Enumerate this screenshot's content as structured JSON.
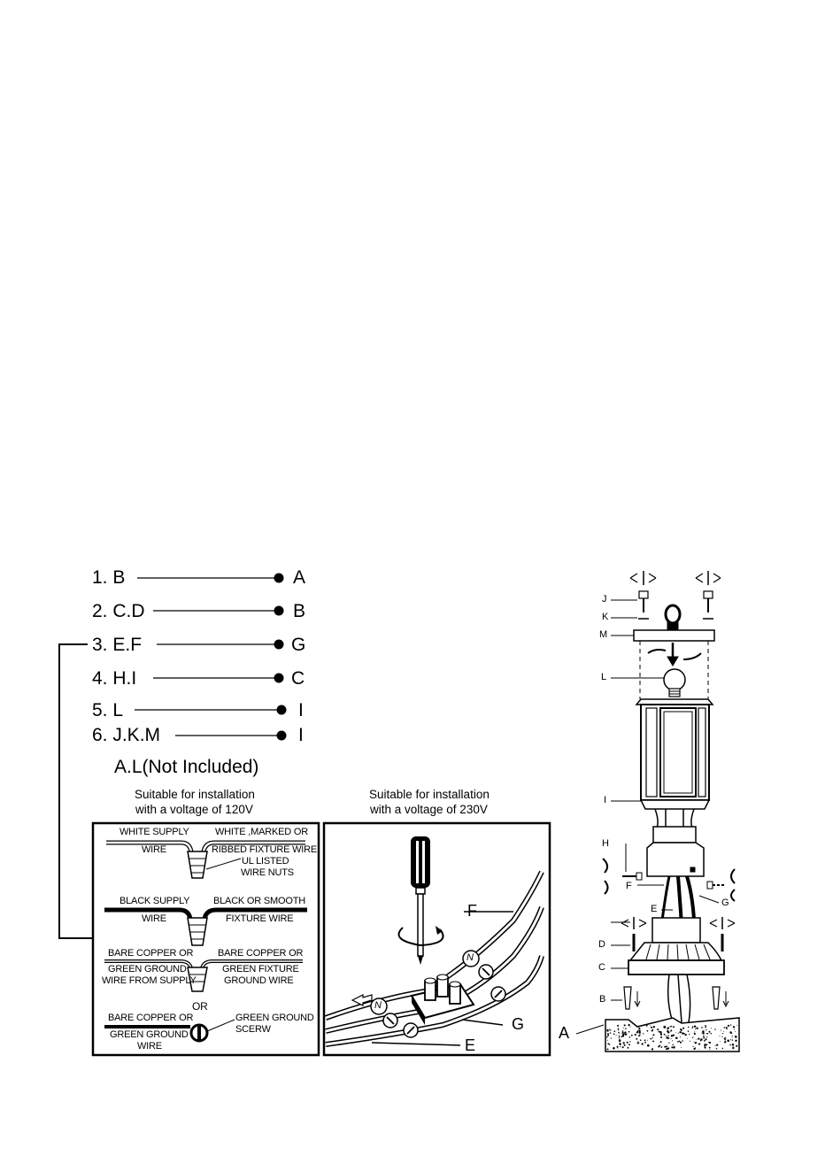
{
  "steps": [
    {
      "label": "1. B",
      "target": "A"
    },
    {
      "label": "2. C.D",
      "target": "B"
    },
    {
      "label": "3. E.F",
      "target": "G"
    },
    {
      "label": "4. H.I",
      "target": "C"
    },
    {
      "label": "5. L",
      "target": "I"
    },
    {
      "label": "6. J.K.M",
      "target": "I"
    }
  ],
  "not_included": "A.L(Not Included)",
  "panel_120": {
    "caption_line1": "Suitable for installation",
    "caption_line2": "with a voltage of 120V",
    "white_supply_1": "WHITE SUPPLY",
    "white_supply_2": "WIRE",
    "white_fixture_1": "WHITE ,MARKED OR",
    "white_fixture_2": "RIBBED FIXTURE WIRE",
    "wire_nuts_1": "UL LISTED",
    "wire_nuts_2": "WIRE NUTS",
    "black_supply_1": "BLACK SUPPLY",
    "black_supply_2": "WIRE",
    "black_fixture_1": "BLACK OR SMOOTH",
    "black_fixture_2": "FIXTURE WIRE",
    "copper_supply_1": "BARE COPPER OR",
    "copper_supply_2": "GREEN GROUND",
    "copper_supply_3": "WIRE FROM SUPPLY",
    "copper_fixture_1": "BARE COPPER OR",
    "copper_fixture_2": "GREEN FIXTURE",
    "copper_fixture_3": "GROUND WIRE",
    "or": "OR",
    "copper_screw_1": "BARE COPPER OR",
    "copper_screw_2": "GREEN GROUND",
    "copper_screw_3": "WIRE",
    "screw_1": "GREEN GROUND",
    "screw_2": "SCERW"
  },
  "panel_230": {
    "caption_line1": "Suitable for installation",
    "caption_line2": "with a voltage of 230V",
    "label_f": "F",
    "label_g": "G",
    "label_e": "E",
    "terminal_n": "N"
  },
  "exploded_view": {
    "parts": [
      "J",
      "K",
      "M",
      "L",
      "I",
      "H",
      "F",
      "G",
      "E",
      "D",
      "C",
      "B",
      "A"
    ]
  }
}
